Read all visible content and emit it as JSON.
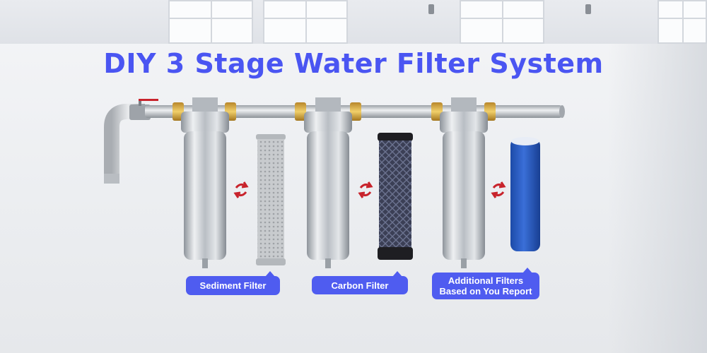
{
  "title": "DIY 3 Stage Water Filter System",
  "colors": {
    "accent": "#4f5cf0",
    "title": "#4a55f2",
    "arrow": "#c8232c",
    "steel": "#c9cdd2",
    "blue_filter": "#2a5bc2"
  },
  "stages": [
    {
      "label": "Sediment Filter"
    },
    {
      "label": "Carbon Filter"
    },
    {
      "label_lines": [
        "Additional Filters",
        "Based on You Report"
      ]
    }
  ]
}
